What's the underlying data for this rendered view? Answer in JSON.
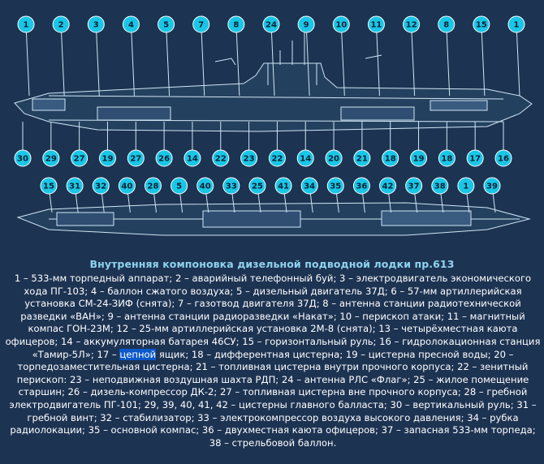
{
  "caption": {
    "title": "Внутренняя компоновка дизельной подводной лодки пр.613",
    "highlight_word": "цепной",
    "text_before": "1 – 533-мм торпедный аппарат; 2 – аварийный телефонный буй; 3 – электродвигатель экономического хода ПГ-103; 4 – баллон сжатого воздуха; 5 – дизельный двигатель 37Д; 6 – 57-мм артиллерийская установка СМ-24-ЗИФ (снята); 7 – газотвод двигателя 37Д; 8 – антенна станции радиотехнической разведки «ВАН»; 9 – антенна станции радиоразведки «Накат»; 10 – перископ атаки; 11 – магнитный компас ГОН-23М; 12 – 25-мм артиллерийская установка 2М-8 (снята); 13 – четырёхместная каюта офицеров; 14 – аккумуляторная батарея 46СУ; 15 – горизонтальный руль; 16 – гидролокационная станция «Тамир-5Л»; 17 – ",
    "text_after": " ящик; 18 – дифферентная цистерна; 19 – цистерна пресной воды; 20 – торпедозаместительная цистерна; 21 – топливная цистерна внутри прочного корпуса; 22 – зенитный перископ: 23 – неподвижная воздушная шахта РДП; 24 – антенна РЛС «Флаг»; 25 – жилое помещение старшин; 26 – дизель-компрессор ДК-2; 27 – топливная цистерна вне прочного корпуса; 28 – гребной электродвигатель ПГ-101; 29, 39, 40, 41, 42 – цистерны главного балласта; 30 – вертикальный руль; 31 – гребной винт; 32 – стабилизатор; 33 – электрокомпрессор воздуха высокого давления; 34 – рубка радиолокации; 35 – основной компас; 36 – двухместная каюта офицеров; 37 – запасная 533-мм торпеда; 38 – стрельбовой баллон."
  },
  "callouts_top": [
    "1",
    "2",
    "3",
    "4",
    "5",
    "7",
    "8",
    "24",
    "9",
    "10",
    "11",
    "12",
    "8",
    "15",
    "1"
  ],
  "callouts_mid": [
    "30",
    "29",
    "27",
    "19",
    "27",
    "26",
    "14",
    "22",
    "23",
    "22",
    "14",
    "20",
    "21",
    "18",
    "19",
    "18",
    "17",
    "16"
  ],
  "callouts_side": [
    "15",
    "31",
    "32",
    "40",
    "28",
    "5",
    "40",
    "33",
    "25",
    "41",
    "34",
    "35",
    "36",
    "42",
    "37",
    "38",
    "1",
    "39"
  ],
  "colors": {
    "background": "#1d3352",
    "callout_fill": "#19c6e6",
    "line": "#cfe6f5",
    "title": "#8fd3f0"
  }
}
